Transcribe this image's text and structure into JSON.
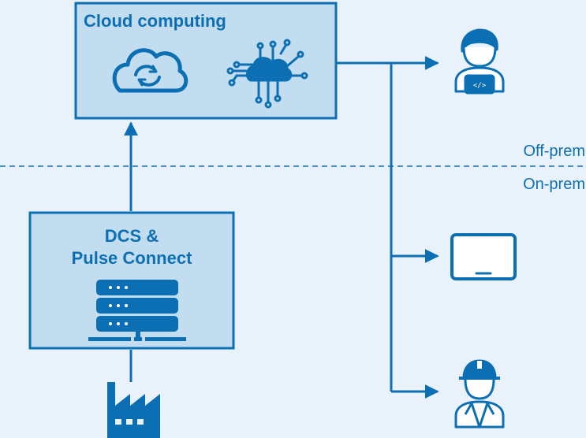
{
  "colors": {
    "background": "#e9f2fb",
    "accent": "#0d6fb3",
    "box_fill": "#c2ddf0",
    "icon_stroke": "#0d6fb3"
  },
  "cloud_box": {
    "title": "Cloud computing",
    "icons": [
      "cloud-sync-icon",
      "cloud-network-icon"
    ]
  },
  "dcs_box": {
    "title_line1": "DCS &",
    "title_line2": "Pulse Connect",
    "icons": [
      "server-rack-icon"
    ]
  },
  "zones": {
    "off_prem": "Off-prem",
    "on_prem": "On-prem"
  },
  "endpoints": [
    "developer-icon",
    "tablet-icon",
    "field-worker-icon"
  ],
  "source": "factory-icon"
}
